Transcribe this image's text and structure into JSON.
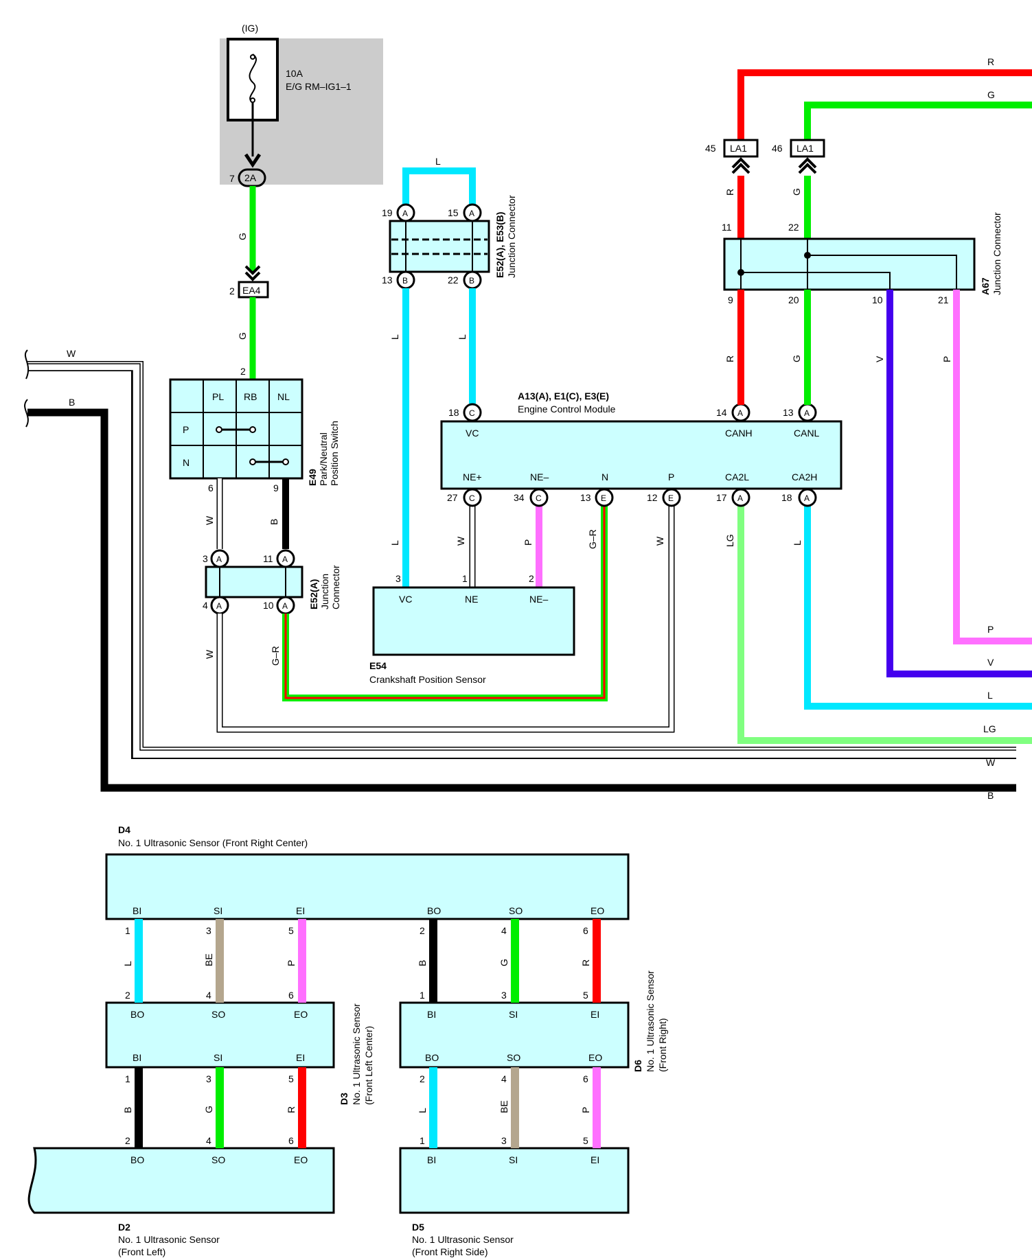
{
  "fuse": {
    "group": "(IG)",
    "rating": "10A",
    "name": "E/G RM–IG1–1"
  },
  "wire_colors": {
    "R": "#ff0000",
    "G": "#00ee00",
    "L": "#00e8ff",
    "LG": "#80ff80",
    "P": "#ff70ff",
    "V": "#4400ee",
    "B": "#000000",
    "W": "#ffffff",
    "BE": "#b4a68e",
    "GR_base": "#00ee00",
    "GR_stripe": "#ff0000",
    "box_fill": "#ccffff",
    "fuse_box": "#cccccc"
  },
  "connectors": {
    "fuse_pin": {
      "num": "7",
      "code": "2A"
    },
    "ea4": {
      "num": "2",
      "code": "EA4"
    },
    "la1_left": {
      "num": "45",
      "code": "LA1"
    },
    "la1_right": {
      "num": "46",
      "code": "LA1"
    }
  },
  "e49": {
    "id": "E49",
    "name_line1": "Park/Neutral",
    "name_line2": "Position Switch",
    "headers": [
      "PL",
      "RB",
      "NL"
    ],
    "rows": [
      "P",
      "N"
    ],
    "pins": {
      "top": "2",
      "bottom_left": "6",
      "bottom_right": "9"
    }
  },
  "e52_lower": {
    "id": "E52(A)",
    "name_line1": "Junction",
    "name_line2": "Connector",
    "pins": {
      "tl": "3",
      "tr": "11",
      "bl": "4",
      "br": "10"
    },
    "letter": "A"
  },
  "e52_upper": {
    "id": "E52(A), E53(B)",
    "name": "Junction Connector",
    "pins": {
      "tl": "19",
      "tr": "15",
      "bl": "13",
      "br": "22"
    },
    "letters": {
      "top": "A",
      "bottom": "B"
    }
  },
  "a67": {
    "id": "A67",
    "name": "Junction Connector",
    "pins": {
      "t1": "11",
      "t2": "22",
      "b1": "9",
      "b2": "20",
      "b3": "10",
      "b4": "21"
    }
  },
  "ecm": {
    "id": "A13(A), E1(C), E3(E)",
    "name": "Engine Control Module",
    "top_pins": [
      {
        "num": "18",
        "letter": "C",
        "label": "VC"
      },
      {
        "num": "14",
        "letter": "A",
        "label": "CANH"
      },
      {
        "num": "13",
        "letter": "A",
        "label": "CANL"
      }
    ],
    "bottom_pins": [
      {
        "num": "27",
        "letter": "C",
        "label": "NE+"
      },
      {
        "num": "34",
        "letter": "C",
        "label": "NE–"
      },
      {
        "num": "13",
        "letter": "E",
        "label": "N"
      },
      {
        "num": "12",
        "letter": "E",
        "label": "P"
      },
      {
        "num": "17",
        "letter": "A",
        "label": "CA2L"
      },
      {
        "num": "18",
        "letter": "A",
        "label": "CA2H"
      }
    ]
  },
  "e54": {
    "id": "E54",
    "name": "Crankshaft Position Sensor",
    "pins": [
      {
        "num": "3",
        "label": "VC"
      },
      {
        "num": "1",
        "label": "NE"
      },
      {
        "num": "2",
        "label": "NE–"
      }
    ]
  },
  "wire_labels": {
    "g1": "G",
    "g2": "G",
    "w_e49": "W",
    "b_e49": "B",
    "w_e52": "W",
    "gr_e52": "G–R",
    "l_top": "L",
    "l_left_upper": "L",
    "l_right_upper": "L",
    "l_e54": "L",
    "w_ne": "W",
    "p_ne": "P",
    "gr_n": "G–R",
    "w_p": "W",
    "lg": "LG",
    "l_ca2h": "L",
    "r_a67": "R",
    "g_a67": "G",
    "r_ecm": "R",
    "g_ecm": "G",
    "v": "V",
    "p": "P",
    "left_w": "W",
    "left_b": "B"
  },
  "right_edge_labels": [
    "R",
    "G",
    "P",
    "V",
    "L",
    "LG",
    "W",
    "B"
  ],
  "sensors": {
    "d4": {
      "id": "D4",
      "name": "No. 1 Ultrasonic Sensor (Front Right Center)",
      "pins": [
        "BI",
        "SI",
        "EI",
        "BO",
        "SO",
        "EO"
      ]
    },
    "d3": {
      "id": "D3",
      "name_line1": "No. 1 Ultrasonic Sensor",
      "name_line2": "(Front Left Center)",
      "top": [
        "BO",
        "SO",
        "EO"
      ],
      "bottom": [
        "BI",
        "SI",
        "EI"
      ]
    },
    "d6": {
      "id": "D6",
      "name_line1": "No. 1 Ultrasonic Sensor",
      "name_line2": "(Front Right)",
      "top": [
        "BI",
        "SI",
        "EI"
      ],
      "bottom": [
        "BO",
        "SO",
        "EO"
      ]
    },
    "d2": {
      "id": "D2",
      "name_line1": "No. 1 Ultrasonic Sensor",
      "name_line2": "(Front Left)",
      "pins": [
        "BO",
        "SO",
        "EO"
      ]
    },
    "d5": {
      "id": "D5",
      "name_line1": "No. 1 Ultrasonic Sensor",
      "name_line2": "(Front Right Side)",
      "pins": [
        "BI",
        "SI",
        "EI"
      ]
    }
  },
  "sensor_wires": {
    "d4_d3": [
      {
        "c": "L",
        "t": "1",
        "b": "2"
      },
      {
        "c": "BE",
        "t": "3",
        "b": "4"
      },
      {
        "c": "P",
        "t": "5",
        "b": "6"
      }
    ],
    "d4_d6": [
      {
        "c": "B",
        "t": "2",
        "b": "1"
      },
      {
        "c": "G",
        "t": "4",
        "b": "3"
      },
      {
        "c": "R",
        "t": "6",
        "b": "5"
      }
    ],
    "d3_d2": [
      {
        "c": "B",
        "t": "1",
        "b": "2"
      },
      {
        "c": "G",
        "t": "3",
        "b": "4"
      },
      {
        "c": "R",
        "t": "5",
        "b": "6"
      }
    ],
    "d6_d5": [
      {
        "c": "L",
        "t": "2",
        "b": "1"
      },
      {
        "c": "BE",
        "t": "4",
        "b": "3"
      },
      {
        "c": "P",
        "t": "6",
        "b": "5"
      }
    ]
  }
}
